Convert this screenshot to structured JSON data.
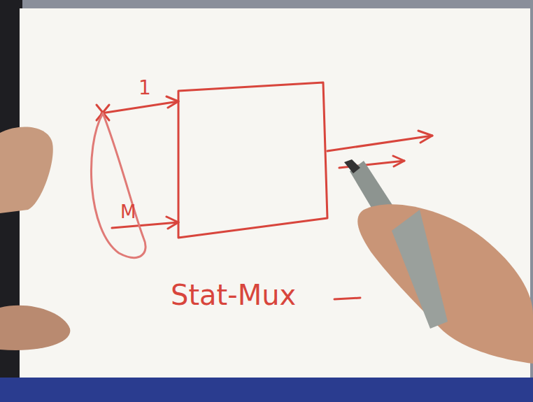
{
  "diagram": {
    "labels": [
      "1",
      "M",
      "Stat-Mux"
    ]
  }
}
